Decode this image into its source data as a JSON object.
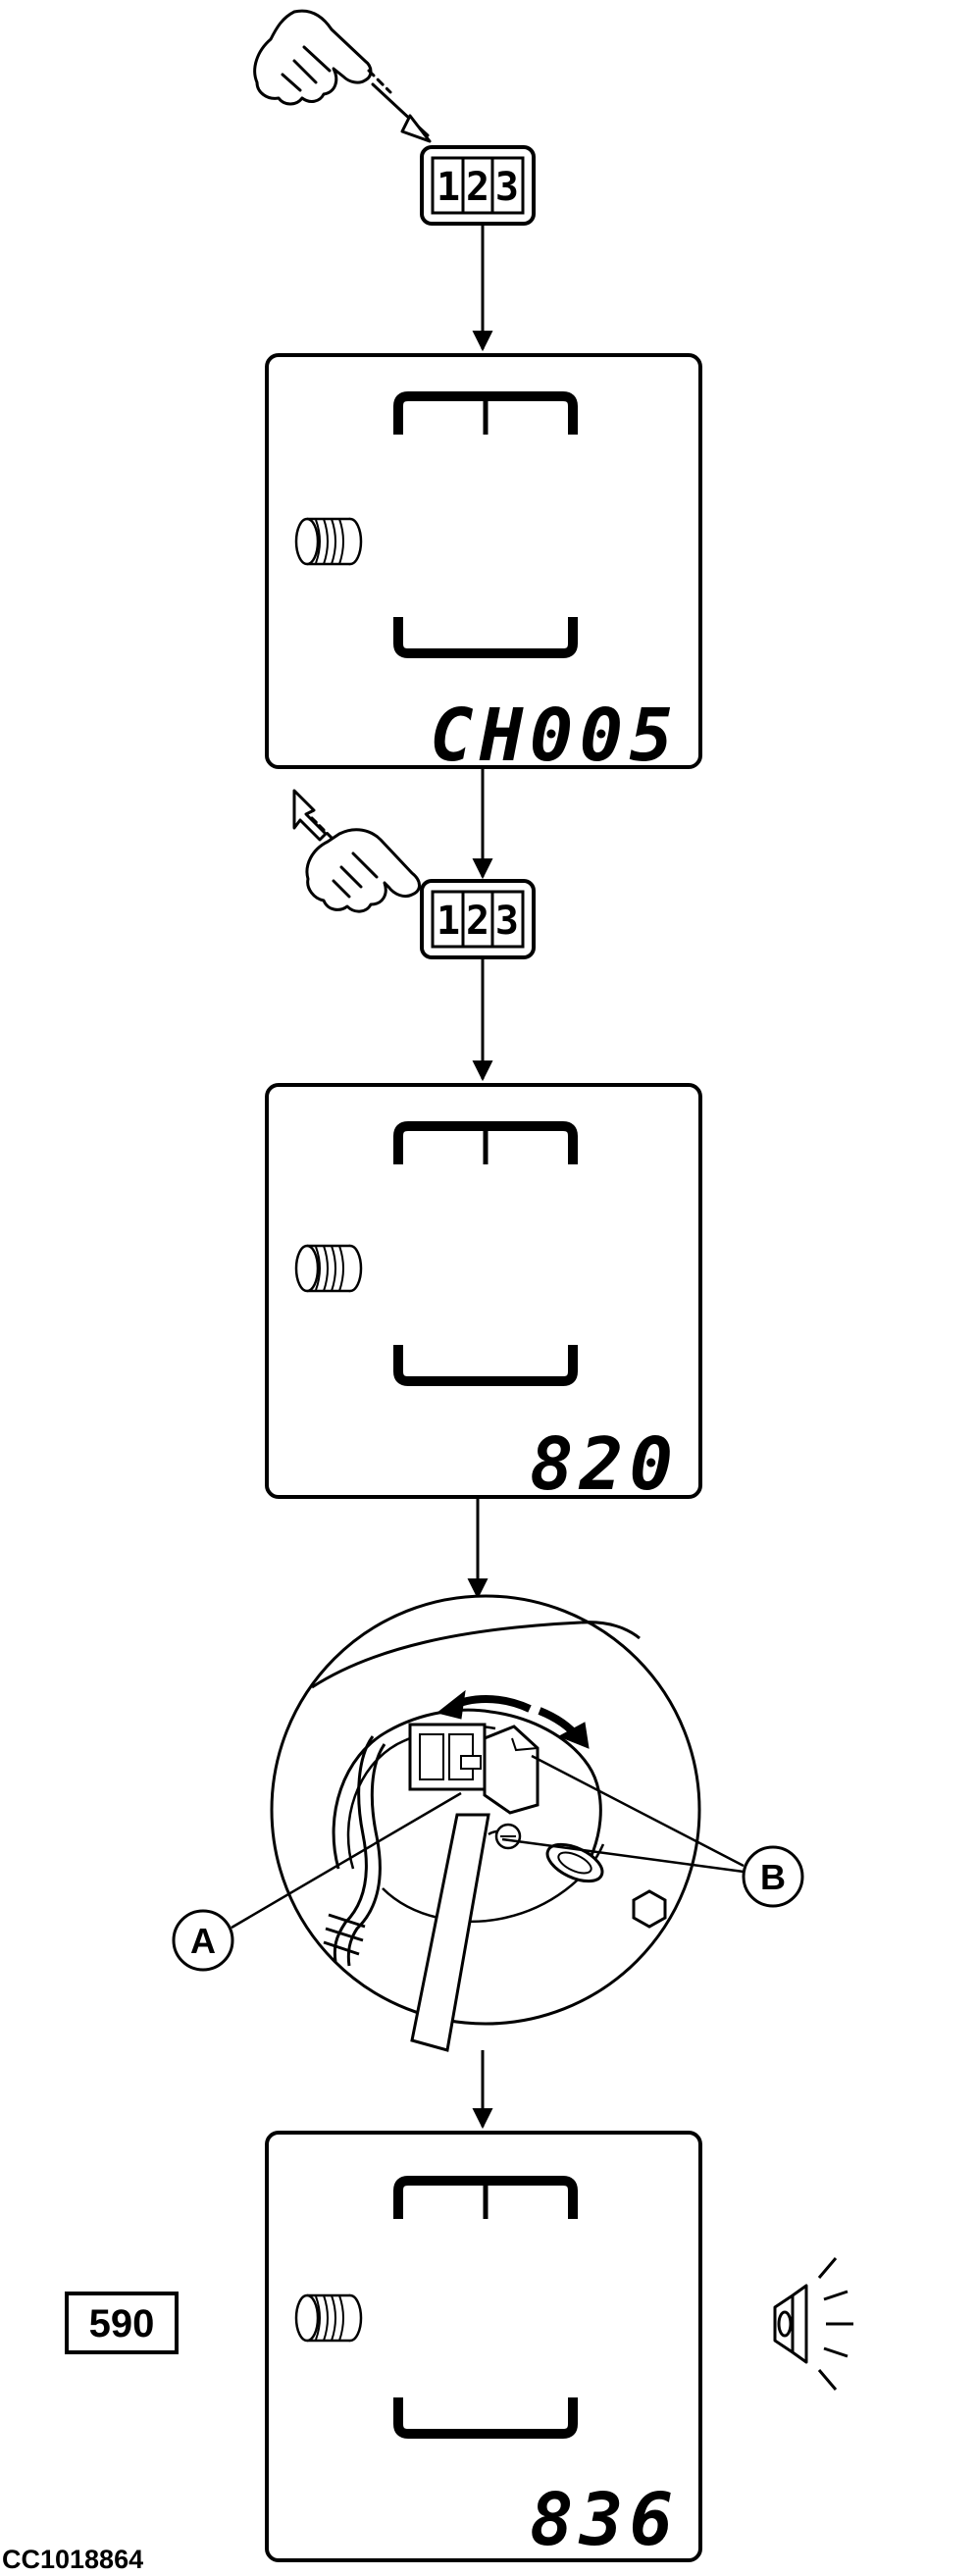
{
  "keypad": {
    "label": "123"
  },
  "displays": [
    {
      "value": "CH005"
    },
    {
      "value": "820"
    },
    {
      "value": "836"
    }
  ],
  "callouts": {
    "a": "A",
    "b": "B"
  },
  "page_ref": "590",
  "figure_id": "CC1018864",
  "icons": [
    "hand-press-icon",
    "keypad-icon",
    "coil-icon",
    "speaker-icon"
  ]
}
